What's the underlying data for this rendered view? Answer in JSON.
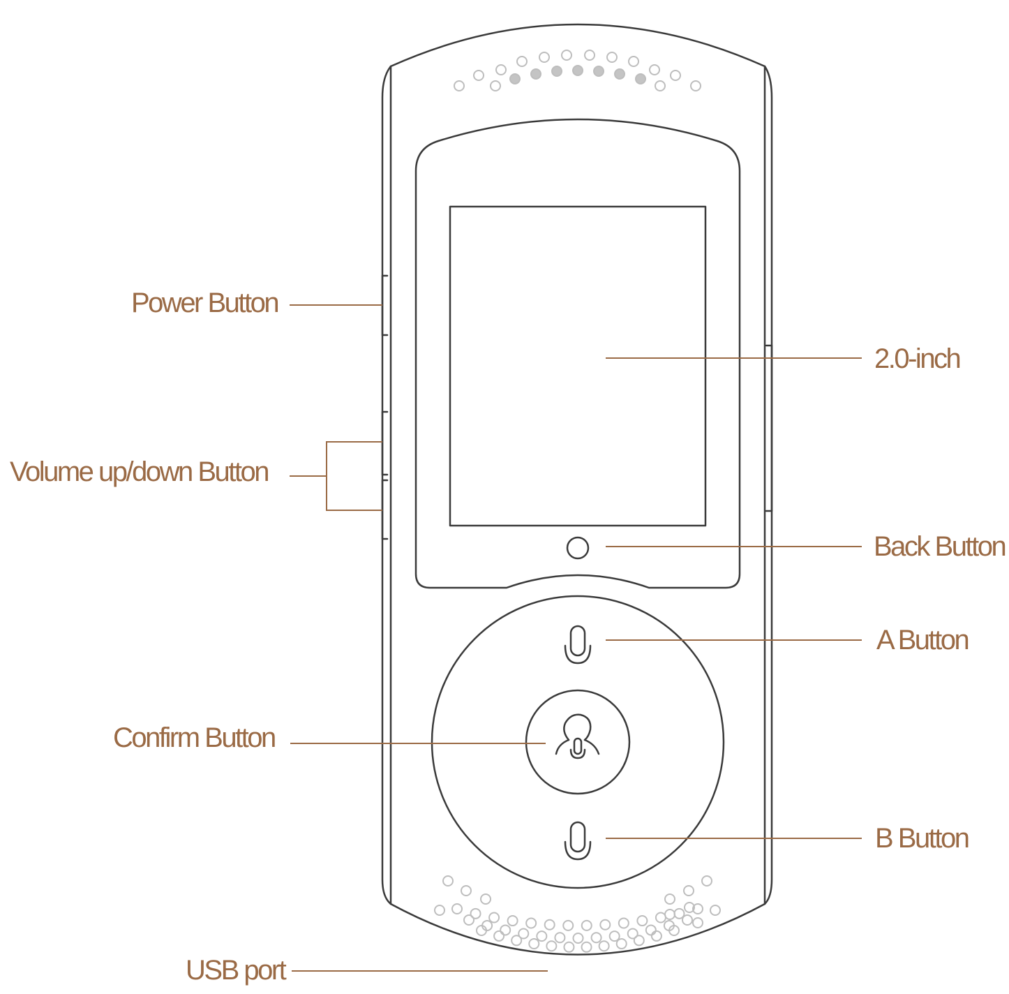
{
  "colors": {
    "accent": "#9a6a45",
    "outline": "#3a3a3a",
    "hole": "#bdbdbd",
    "hole_filled": "#c4c4c4"
  },
  "labels": {
    "power": "Power Button",
    "volume": "Volume up/down Button",
    "screen": "2.0-inch",
    "back": "Back Button",
    "a_button": "A Button",
    "confirm": "Confirm Button",
    "b_button": "B Button",
    "usb": "USB port"
  },
  "icons": {
    "a_button": "microphone-icon",
    "b_button": "microphone-icon",
    "confirm": "person-microphone-icon",
    "back": "circle-button-icon",
    "speaker": "speaker-grille-icon"
  }
}
